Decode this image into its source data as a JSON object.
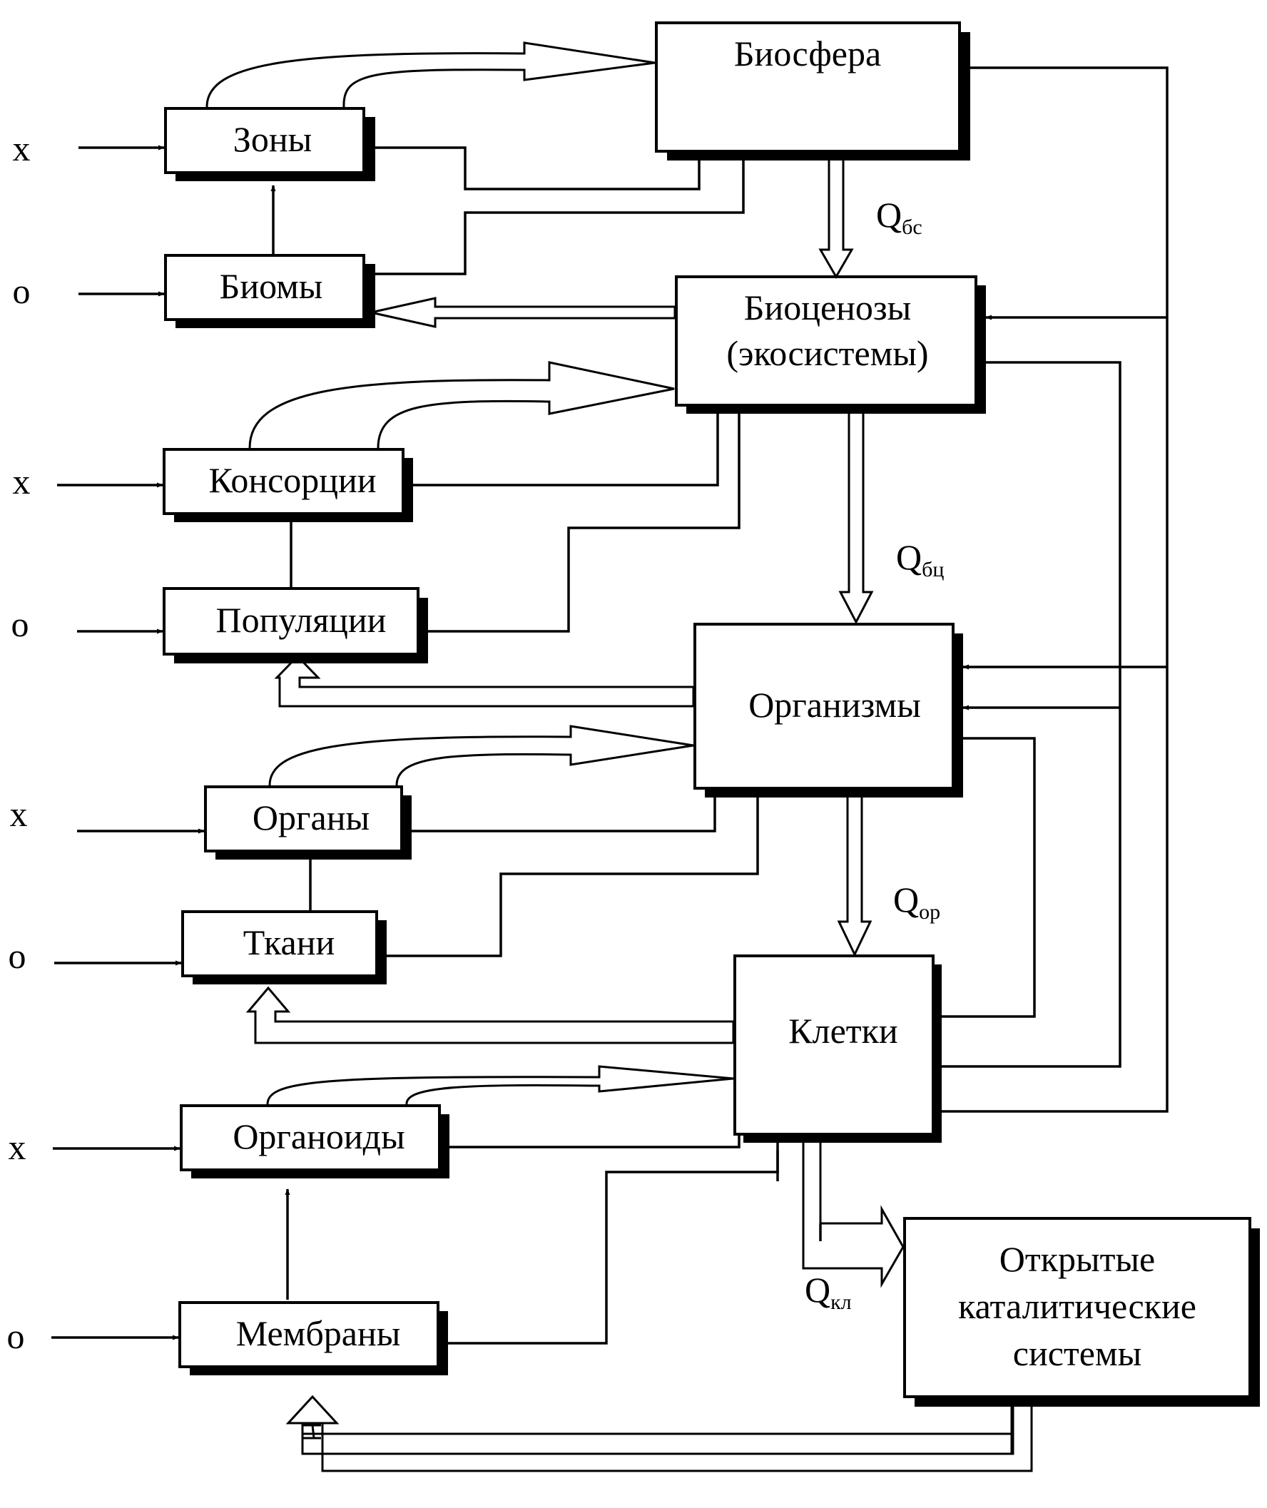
{
  "blocks": {
    "biosfera": "Биосфера",
    "zony": "Зоны",
    "biomy": "Биомы",
    "biocenozy_1": "Биоценозы",
    "biocenozy_2": "(экосистемы)",
    "konsorcii": "Консорции",
    "populyacii": "Популяции",
    "organizmy": "Организмы",
    "organy": "Органы",
    "tkani": "Ткани",
    "kletki": "Клетки",
    "organoidy": "Органоиды",
    "membrany": "Мембраны",
    "open_1": "Открытые",
    "open_2": "каталитические",
    "open_3": "системы"
  },
  "inputs": [
    "х",
    "о",
    "х",
    "о",
    "х",
    "о",
    "х",
    "о"
  ],
  "flows": {
    "q_bs": {
      "main": "Q",
      "sub": "бс"
    },
    "q_bc": {
      "main": "Q",
      "sub": "бц"
    },
    "q_or": {
      "main": "Q",
      "sub": "ор"
    },
    "q_kl": {
      "main": "Q",
      "sub": "кл"
    }
  }
}
